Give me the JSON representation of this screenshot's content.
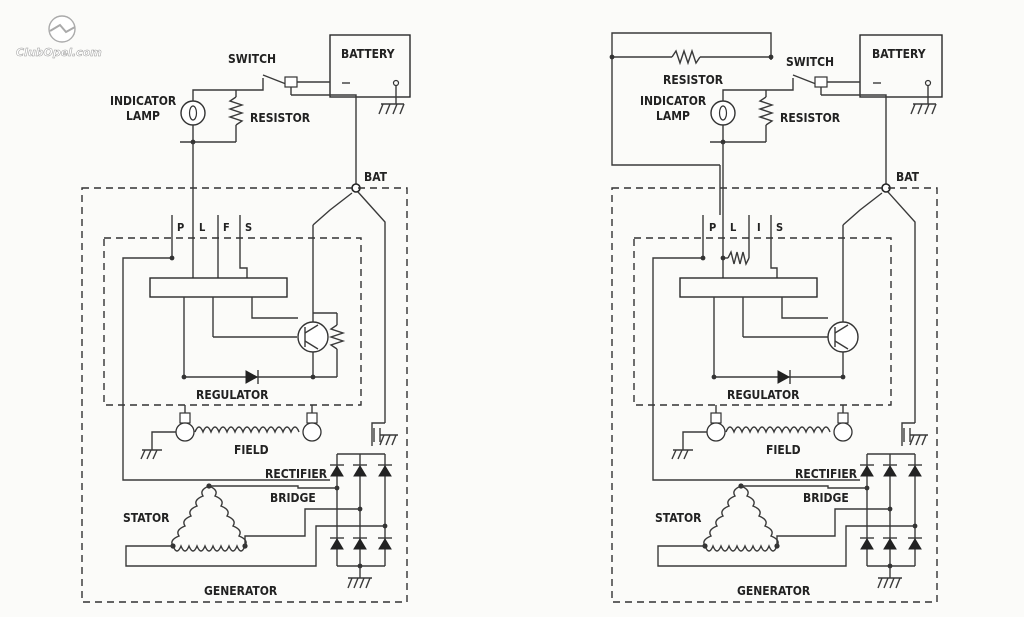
{
  "watermark": {
    "text": "ClubOpel.com"
  },
  "diagrams": [
    {
      "labels": {
        "switch": "SWITCH",
        "battery": "BATTERY",
        "indicator_lamp_1": "INDICATOR",
        "indicator_lamp_2": "LAMP",
        "resistor": "RESISTOR",
        "bat": "BAT",
        "terminal_1": "P",
        "terminal_2": "L",
        "terminal_3": "F",
        "terminal_4": "S",
        "regulator": "REGULATOR",
        "field": "FIELD",
        "rectifier": "RECTIFIER",
        "bridge": "BRIDGE",
        "stator": "STATOR",
        "generator": "GENERATOR"
      }
    },
    {
      "labels": {
        "switch": "SWITCH",
        "battery": "BATTERY",
        "indicator_lamp_1": "INDICATOR",
        "indicator_lamp_2": "LAMP",
        "resistor": "RESISTOR",
        "resistor_top": "RESISTOR",
        "bat": "BAT",
        "terminal_1": "P",
        "terminal_2": "L",
        "terminal_3": "I",
        "terminal_4": "S",
        "regulator": "REGULATOR",
        "field": "FIELD",
        "rectifier": "RECTIFIER",
        "bridge": "BRIDGE",
        "stator": "STATOR",
        "generator": "GENERATOR"
      }
    }
  ]
}
